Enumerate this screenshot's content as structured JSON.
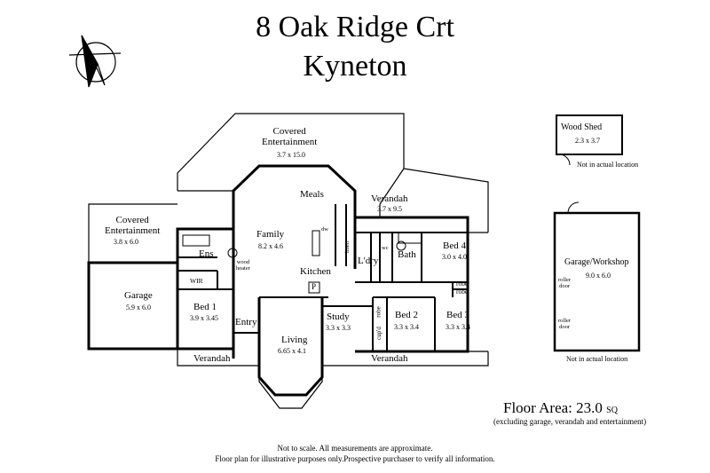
{
  "header": {
    "line1": "8 Oak Ridge Crt",
    "line2": "Kyneton"
  },
  "rooms": {
    "covered_ent_top": {
      "name": "Covered\nEntertainment",
      "dims": "3.7 x 15.0"
    },
    "covered_ent_left": {
      "name": "Covered\nEntertainment",
      "dims": "3.8 x 6.0"
    },
    "meals": {
      "name": "Meals"
    },
    "family": {
      "name": "Family",
      "dims": "8.2 x 4.6"
    },
    "kitchen": {
      "name": "Kitchen"
    },
    "verandah_right": {
      "name": "Verandah",
      "dims": "3.7 x 9.5"
    },
    "ens": {
      "name": "Ens"
    },
    "wir": {
      "name": "WIR"
    },
    "wood_heater": {
      "name": "wood\nheater"
    },
    "garage": {
      "name": "Garage",
      "dims": "5.9 x 6.0"
    },
    "bed1": {
      "name": "Bed 1",
      "dims": "3.9 x 3.45"
    },
    "entry": {
      "name": "Entry"
    },
    "living": {
      "name": "Living",
      "dims": "6.65 x 4.1"
    },
    "study": {
      "name": "Study",
      "dims": "3.3 x 3.3"
    },
    "bed2": {
      "name": "Bed 2",
      "dims": "3.3 x 3.4"
    },
    "bed3": {
      "name": "Bed 3",
      "dims": "3.3 x 3.4"
    },
    "bed4": {
      "name": "Bed 4",
      "dims": "3.0 x 4.0"
    },
    "bath": {
      "name": "Bath"
    },
    "ldry": {
      "name": "L'dry"
    },
    "linen": {
      "name": "linen"
    },
    "wc": {
      "name": "wc"
    },
    "dw": {
      "name": "dw"
    },
    "pantry": {
      "name": "P"
    },
    "robe_study": {
      "name": "robe"
    },
    "cupd": {
      "name": "cup'd"
    },
    "robe_bed4a": {
      "name": "robe"
    },
    "robe_bed4b": {
      "name": "robe"
    },
    "verandah_front_left": {
      "name": "Verandah"
    },
    "verandah_front_right": {
      "name": "Verandah"
    },
    "wood_shed": {
      "name": "Wood Shed",
      "dims": "2.3 x 3.7",
      "note": "Not in actual location"
    },
    "garage_workshop": {
      "name": "Garage/Workshop",
      "dims": "9.0 x 6.0",
      "roller1": "roller\ndoor",
      "roller2": "roller\ndoor",
      "note": "Not in actual location"
    }
  },
  "floor_area": {
    "label": "Floor Area: 23.0",
    "unit": "SQ",
    "sub": "(excluding garage, verandah and entertainment)"
  },
  "disclaimer": {
    "line1": "Not to scale. All measurements are approximate.",
    "line2": "Floor plan for illustrative purposes only.Prospective purchaser to verify all information."
  },
  "compass": {
    "icon": "north-arrow-icon"
  }
}
